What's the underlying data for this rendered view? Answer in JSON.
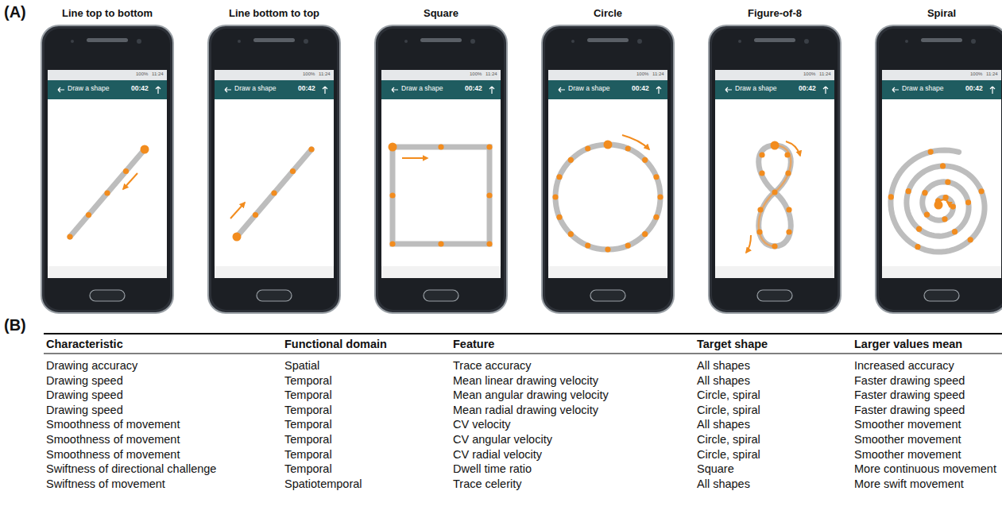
{
  "diagram": {
    "labels": [
      "(A)",
      "Line top to bottom",
      "Line bottom to top",
      "Square",
      "Circle",
      "Figure-of-8",
      "Spiral",
      "100%",
      "11:24",
      "Draw a shape",
      "00:42",
      "100%",
      "11:24",
      "Draw a shape",
      "00:42",
      "100%",
      "11:24",
      "Draw a shape",
      "00:42",
      "100%",
      "11:24",
      "Draw a shape",
      "00:42",
      "100%",
      "11:24",
      "Draw a shape",
      "00:42",
      "100%",
      "11:24",
      "Draw a shape",
      "00:42",
      "(B)",
      "Characteristic",
      "Functional domain",
      "Feature",
      "Target shape",
      "Larger values mean",
      "Drawing accuracy",
      "Spatial",
      "Trace accuracy",
      "All shapes",
      "Increased accuracy",
      "Drawing speed",
      "Temporal",
      "Mean linear drawing velocity",
      "All shapes",
      "Faster drawing speed",
      "Drawing speed",
      "Temporal",
      "Mean angular drawing velocity",
      "Circle, spiral",
      "Faster drawing speed",
      "Drawing speed",
      "Temporal",
      "Mean radial drawing velocity",
      "Circle, spiral",
      "Faster drawing speed",
      "Smoothness of movement",
      "Temporal",
      "CV velocity",
      "All shapes",
      "Smoother movement",
      "Smoothness of movement",
      "Temporal",
      "CV angular velocity",
      "Circle, spiral",
      "Smoother movement",
      "Smoothness of movement",
      "Temporal",
      "CV radial velocity",
      "Circle, spiral",
      "Smoother movement",
      "Swiftness of directional challenge",
      "Temporal",
      "Dwell time ratio",
      "Square",
      "More continuous movement",
      "Swiftness of movement",
      "Spatiotemporal",
      "Trace celerity",
      "All shapes",
      "More swift movement"
    ]
  }
}
